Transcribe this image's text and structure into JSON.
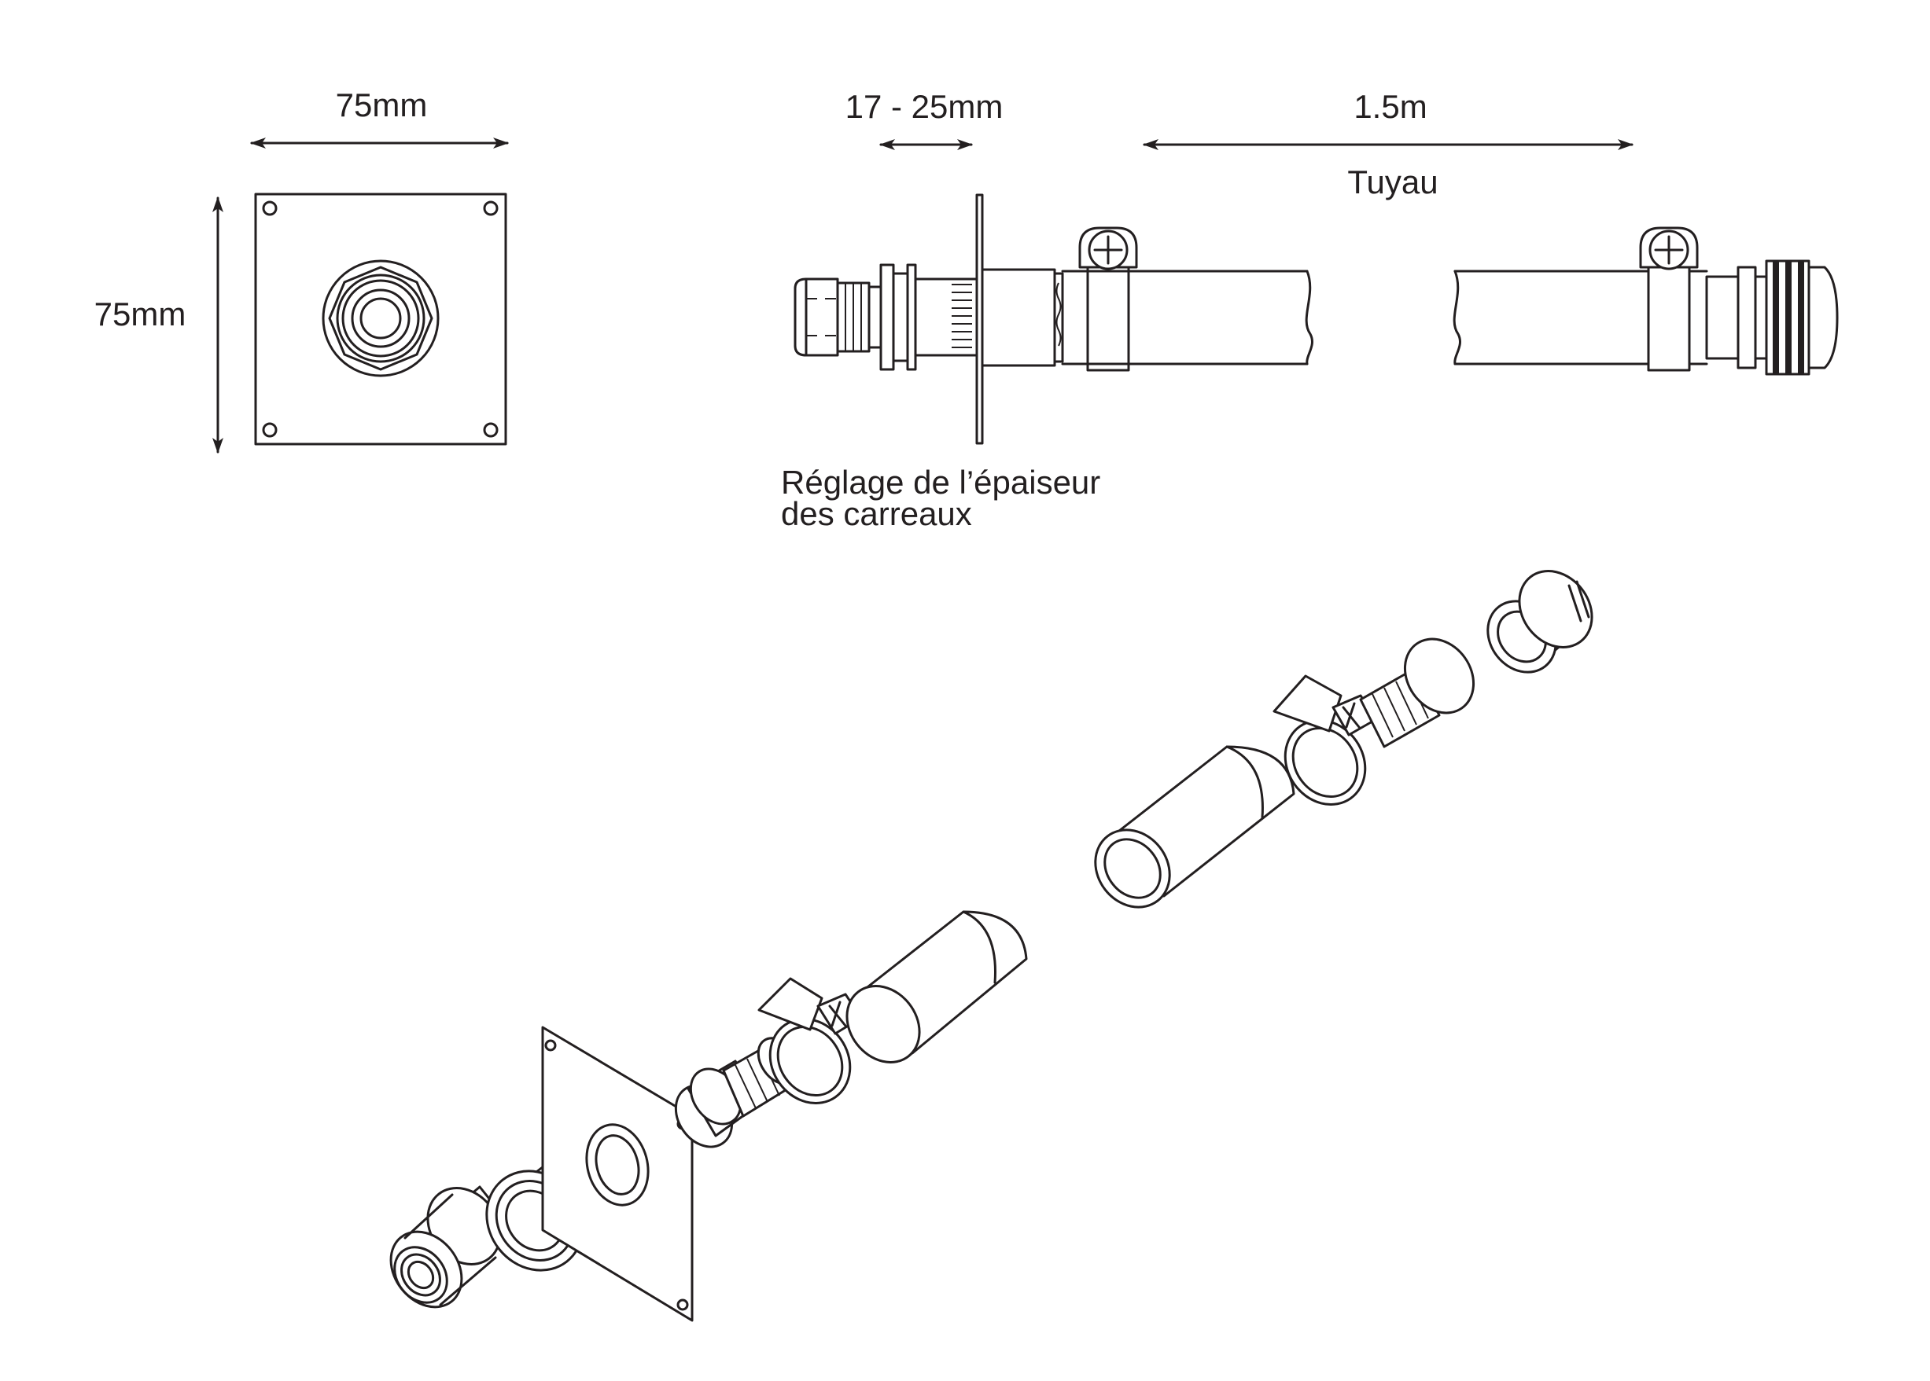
{
  "labels": {
    "front_width": "75mm",
    "front_height": "75mm",
    "tile_range": "17 - 25mm",
    "hose_length": "1.5m",
    "hose_name": "Tuyau",
    "adjust_line1": "Réglage de l’épaiseur",
    "adjust_line2": "des carreaux"
  },
  "colors": {
    "line": "#231f20",
    "background": "#ffffff"
  }
}
